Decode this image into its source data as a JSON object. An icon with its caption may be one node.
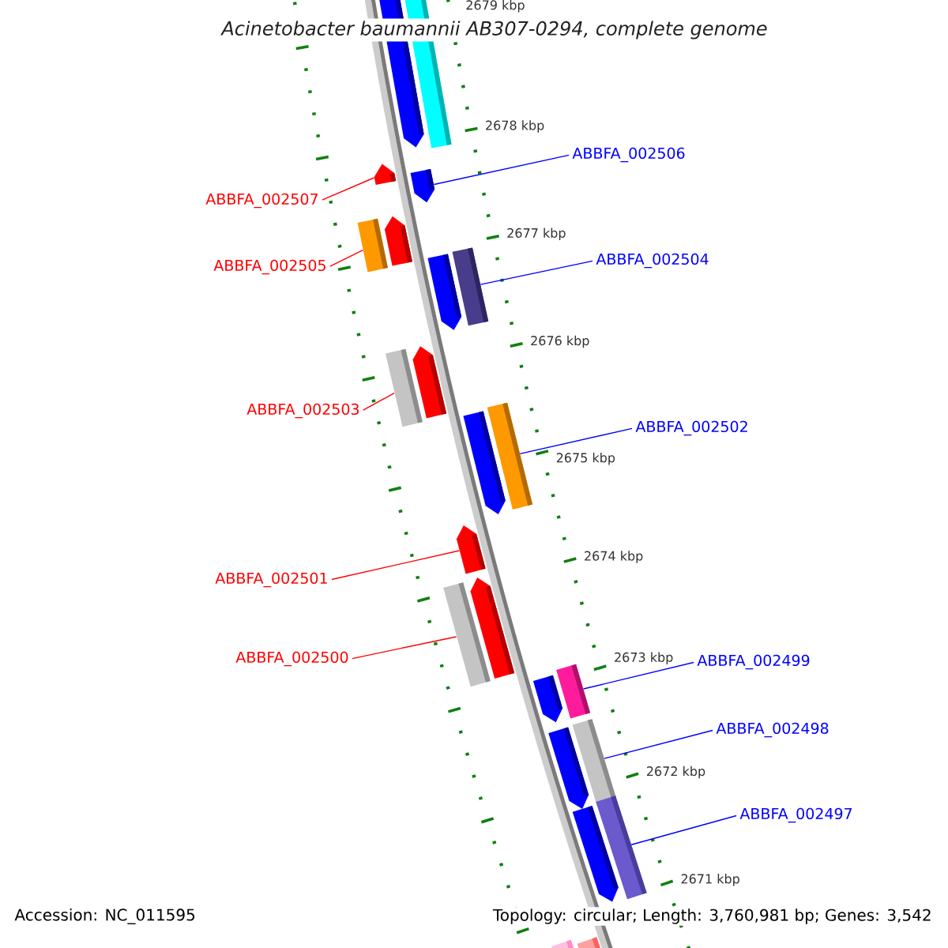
{
  "diagram": {
    "title": "Acinetobacter baumannii AB307-0294, complete genome",
    "nodes": [
      {
        "text": [],
        "shape": "arrow"
      },
      {
        "text": [],
        "shape": "bar"
      },
      {
        "text": [
          "ABBFA_002506"
        ]
      },
      {
        "text": [],
        "shape": "arrow"
      },
      {
        "text": [],
        "shape": "arrow"
      },
      {
        "text": [
          "ABBFA_002507"
        ]
      },
      {
        "text": [],
        "shape": "bar"
      },
      {
        "text": [],
        "shape": "arrow"
      },
      {
        "text": [
          "ABBFA_002504"
        ]
      },
      {
        "text": [],
        "shape": "arrow"
      },
      {
        "text": [],
        "shape": "bar"
      },
      {
        "text": [
          "ABBFA_002505"
        ]
      },
      {
        "text": [],
        "shape": "bar"
      },
      {
        "text": [],
        "shape": "arrow"
      },
      {
        "text": [
          "ABBFA_002503"
        ]
      },
      {
        "text": [
          "ABBFA_002502"
        ]
      },
      {
        "text": [],
        "shape": "arrow"
      },
      {
        "text": [],
        "shape": "bar"
      },
      {
        "text": [],
        "shape": "arrow"
      },
      {
        "text": [
          "ABBFA_002501"
        ]
      },
      {
        "text": [],
        "shape": "bar"
      },
      {
        "text": [],
        "shape": "arrow"
      },
      {
        "text": [
          "ABBFA_002500"
        ]
      },
      {
        "text": [
          "ABBFA_002499"
        ]
      },
      {
        "text": [],
        "shape": "arrow"
      },
      {
        "text": [],
        "shape": "bar"
      },
      {
        "text": [
          "ABBFA_002498"
        ]
      },
      {
        "text": [],
        "shape": "arrow"
      },
      {
        "text": [],
        "shape": "bar"
      },
      {
        "text": [
          "ABBFA_002497"
        ]
      },
      {
        "text": [],
        "shape": "arrow"
      },
      {
        "text": [],
        "shape": "bar"
      },
      {
        "text": [],
        "shape": "bar"
      },
      {
        "text": [],
        "shape": "bar"
      }
    ],
    "edges": [
      {
        "from": 5,
        "to": 3,
        "arrow": "none",
        "color": "#ff0000"
      },
      {
        "from": 2,
        "to": 4,
        "arrow": "none"
      },
      {
        "from": 11,
        "to": 6,
        "arrow": "none",
        "color": "#ff0000"
      },
      {
        "from": 8,
        "to": 10,
        "arrow": "none"
      },
      {
        "from": 14,
        "to": 12,
        "arrow": "none",
        "color": "#ff0000"
      },
      {
        "from": 15,
        "to": 17,
        "arrow": "none"
      },
      {
        "from": 19,
        "to": 18,
        "arrow": "none",
        "color": "#ff0000"
      },
      {
        "from": 22,
        "to": 20,
        "arrow": "none",
        "color": "#ff0000"
      },
      {
        "from": 23,
        "to": 25,
        "arrow": "none"
      },
      {
        "from": 26,
        "to": 28,
        "arrow": "none"
      },
      {
        "from": 29,
        "to": 31,
        "arrow": "none"
      }
    ],
    "labels": [
      "2679 kbp",
      "2678 kbp",
      "2677 kbp",
      "2676 kbp",
      "2675 kbp",
      "2674 kbp",
      "2673 kbp",
      "2672 kbp",
      "2671 kbp",
      "Accession: NC_011595",
      "Topology: circular; Length: 3,760,981 bp; Genes: 3,542"
    ]
  }
}
